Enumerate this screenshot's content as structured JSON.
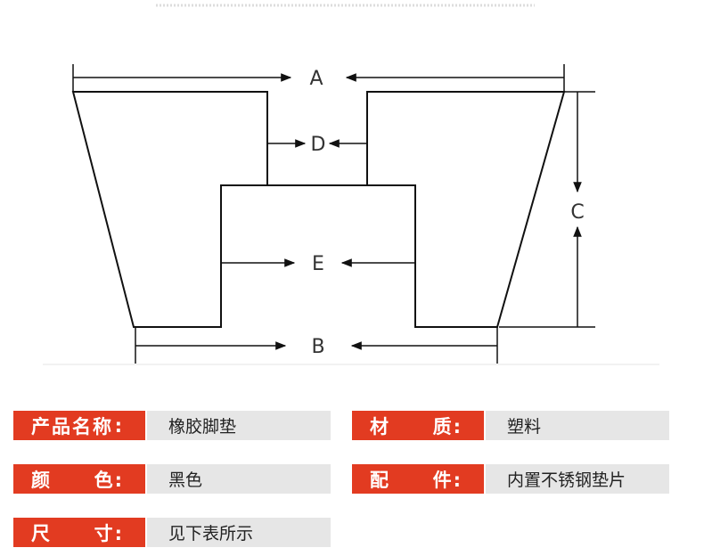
{
  "diagram": {
    "labels": {
      "a": "A",
      "b": "B",
      "c": "C",
      "d": "D",
      "e": "E"
    },
    "line_color": "#111111",
    "label_color": "#333333"
  },
  "specs": {
    "name": {
      "label_left": "产品名称",
      "label_right": ":",
      "value": "橡胶脚垫"
    },
    "material": {
      "label_left": "材",
      "label_right": "质:",
      "value": "塑料"
    },
    "color": {
      "label_left": "颜",
      "label_right": "色:",
      "value": "黑色"
    },
    "accessory": {
      "label_left": "配",
      "label_right": "件:",
      "value": "内置不锈钢垫片"
    },
    "size": {
      "label_left": "尺",
      "label_right": "寸:",
      "value": "见下表所示"
    }
  },
  "colors": {
    "label_bg": "#e23b21",
    "value_bg": "#e6e6e6"
  }
}
